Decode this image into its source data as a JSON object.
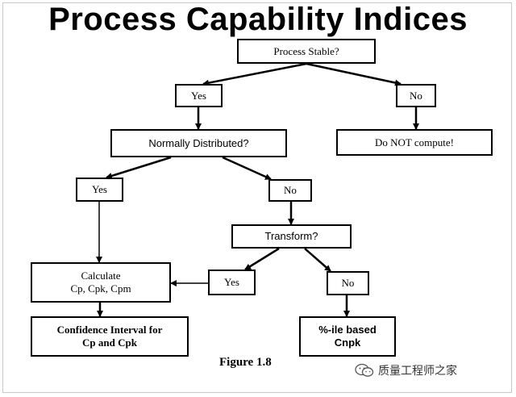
{
  "title": "Process Capability Indices",
  "nodes": {
    "process_stable": "Process Stable?",
    "yes_1": "Yes",
    "no_1": "No",
    "normally_distributed": "Normally Distributed?",
    "do_not_compute": "Do NOT compute!",
    "yes_2": "Yes",
    "no_2": "No",
    "transform": "Transform?",
    "calculate": "Calculate\nCp, Cpk, Cpm",
    "yes_3": "Yes",
    "no_3": "No",
    "confidence_interval": "Confidence Interval for\nCp and Cpk",
    "percentile_based": "%-ile based\nCnpk"
  },
  "caption": "Figure 1.8",
  "watermark": {
    "text": "质量工程师之家",
    "icon": "wechat-icon"
  }
}
